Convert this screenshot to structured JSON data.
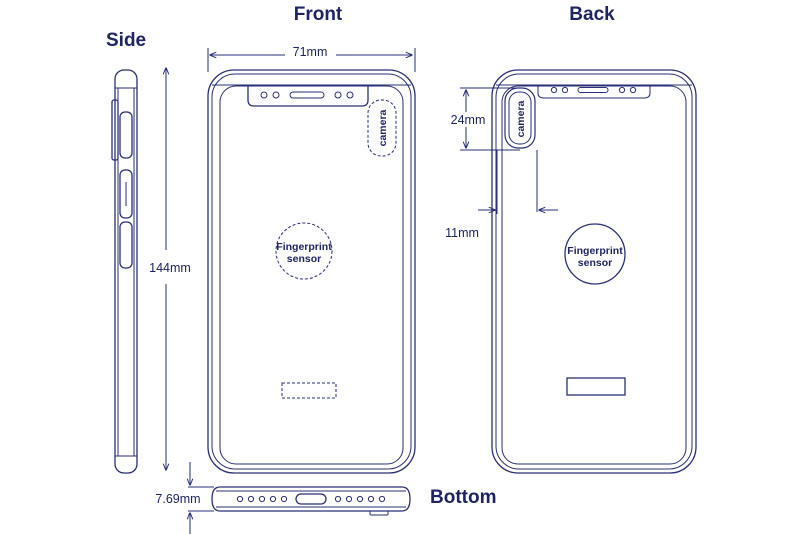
{
  "views": {
    "side": "Side",
    "front": "Front",
    "back": "Back",
    "bottom": "Bottom"
  },
  "dimensions": {
    "width": "71mm",
    "height": "144mm",
    "camera_height": "24mm",
    "camera_offset": "11mm",
    "thickness": "7.69mm"
  },
  "labels": {
    "camera": "camera",
    "fingerprint_line1": "Fingerprint",
    "fingerprint_line2": "sensor"
  },
  "colors": {
    "line": "#2a2f78",
    "text": "#1f2466",
    "background": "#ffffff"
  }
}
